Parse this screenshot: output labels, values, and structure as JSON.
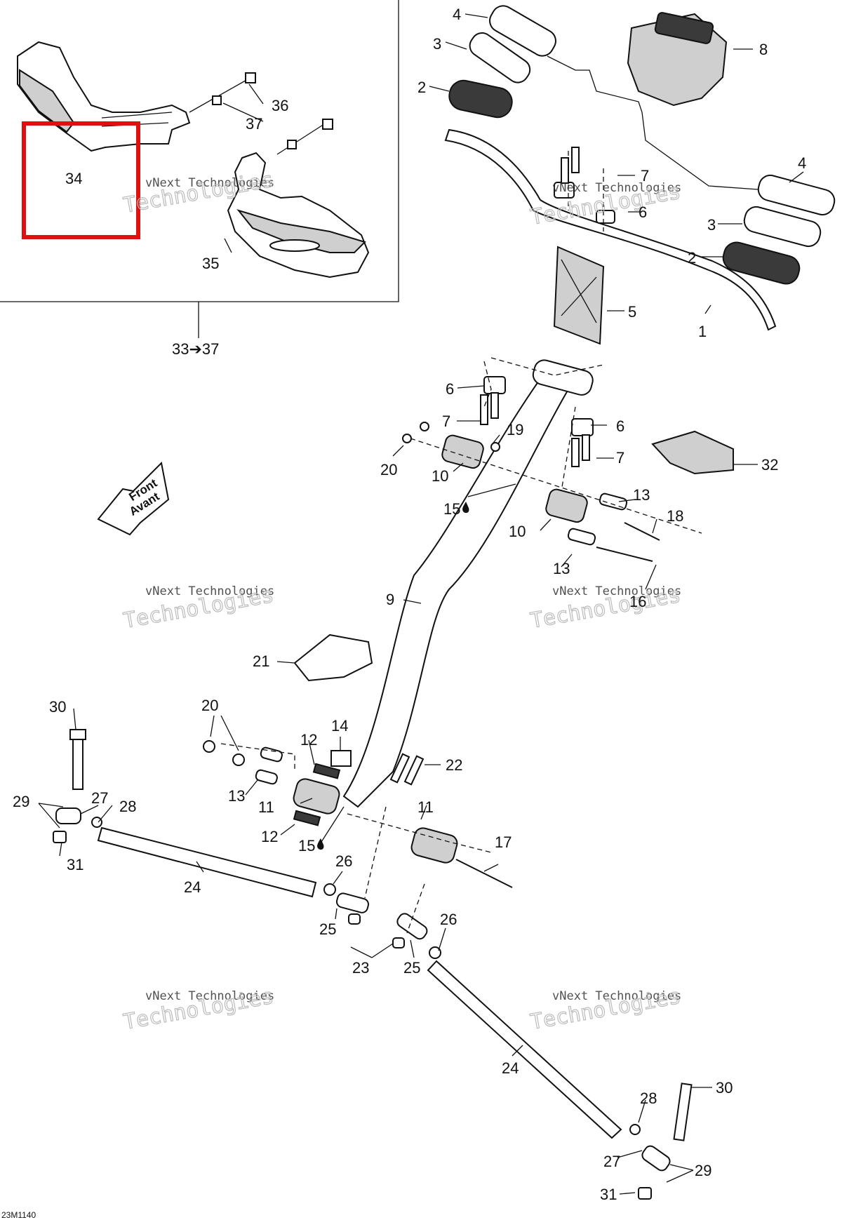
{
  "diagram": {
    "code": "23M1140",
    "kit_label": "33➔37",
    "front_arrow": {
      "line1": "Front",
      "line2": "Avant"
    },
    "watermark": {
      "line1": "vNext Technologies",
      "line2": "Technologies"
    },
    "highlighted_part": "34",
    "callouts": [
      "1",
      "2",
      "2",
      "3",
      "3",
      "4",
      "4",
      "5",
      "6",
      "6",
      "6",
      "7",
      "7",
      "7",
      "8",
      "9",
      "10",
      "10",
      "11",
      "11",
      "12",
      "12",
      "13",
      "13",
      "13",
      "14",
      "15",
      "15",
      "16",
      "17",
      "18",
      "19",
      "20",
      "20",
      "21",
      "22",
      "23",
      "24",
      "24",
      "25",
      "25",
      "26",
      "26",
      "27",
      "27",
      "28",
      "28",
      "29",
      "29",
      "30",
      "30",
      "31",
      "31",
      "32",
      "34",
      "35",
      "36",
      "37"
    ],
    "lube_icon": "oil-drop-icon"
  }
}
